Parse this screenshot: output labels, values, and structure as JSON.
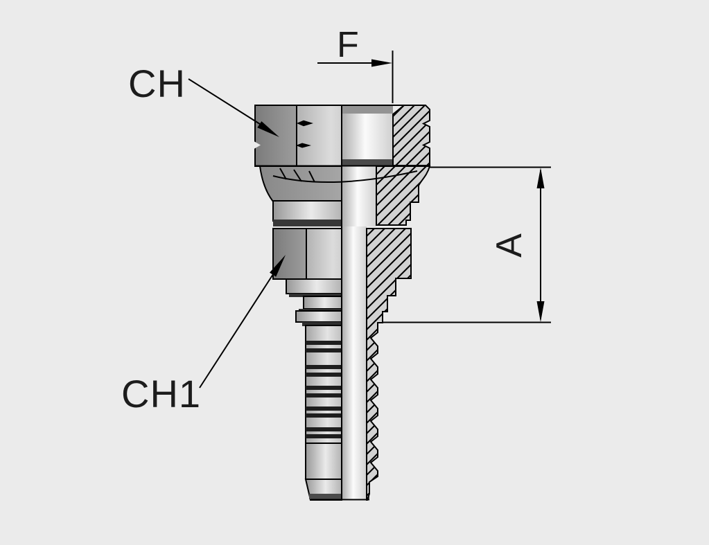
{
  "drawing": {
    "kind": "engineering-half-section-view",
    "labels": {
      "f": "F",
      "a": "A",
      "ch": "CH",
      "ch1": "CH1"
    },
    "colors": {
      "background": "#ebebeb",
      "line": "#000000",
      "text": "#1c1c1c",
      "hatch_fill": "#d2d2d2",
      "metal_dark": "#8a8a8a",
      "metal_mid": "#b5b5b5",
      "metal_light": "#e9e9e9",
      "bore_highlight": "#fbfbfb",
      "groove_dark": "#1e1e1e"
    }
  }
}
